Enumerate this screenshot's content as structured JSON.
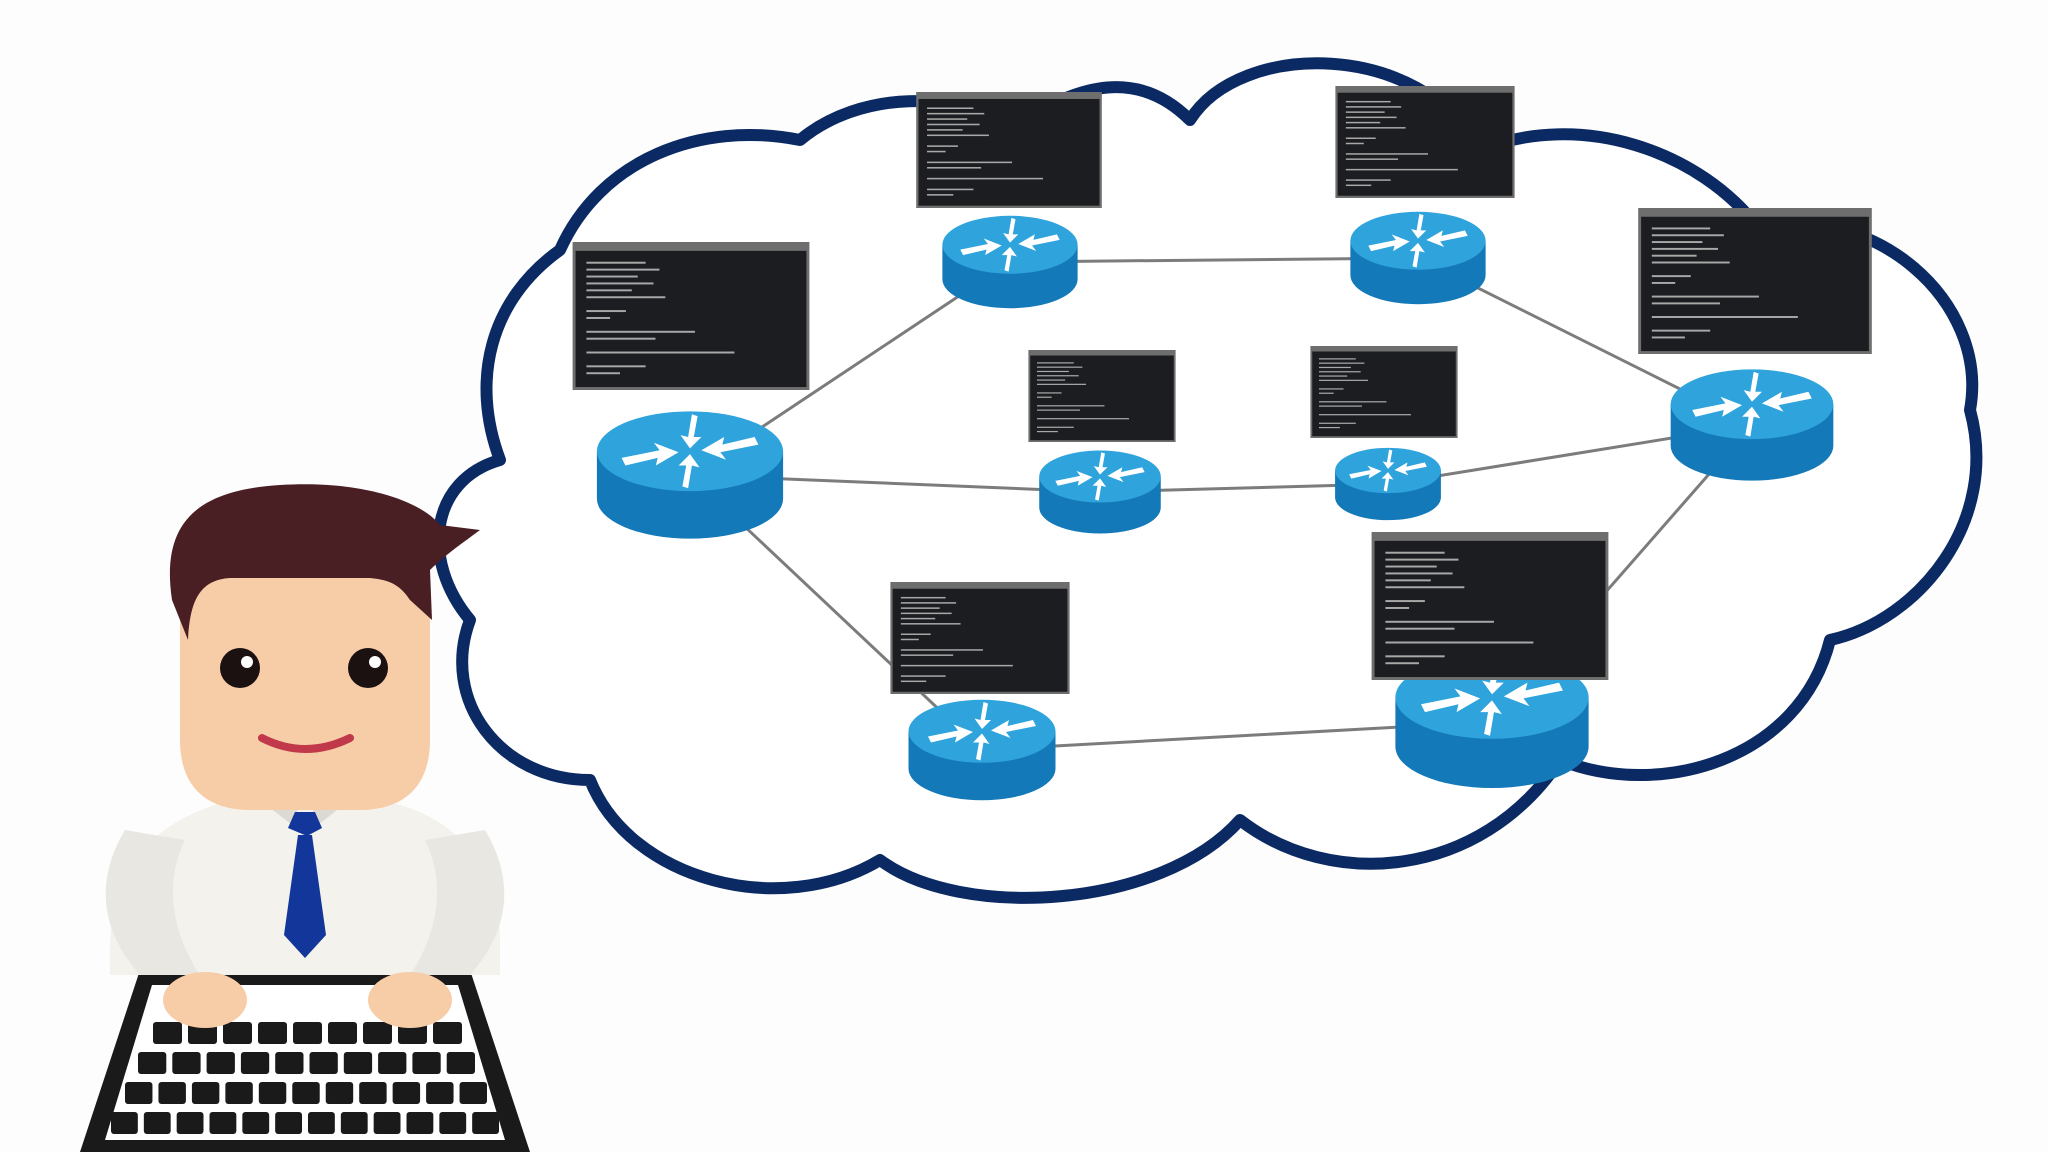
{
  "colors": {
    "background": "#fdfdfd",
    "cloud_outline": "#0b2a63",
    "cloud_fill": "#ffffff",
    "link_line": "#7c7c7c",
    "router_top": "#2ea3dc",
    "router_side": "#1479b8",
    "router_arrow": "#ffffff",
    "terminal_bg": "#1c1d20",
    "terminal_frame": "#6e6e6e",
    "terminal_text": "#d7d7d7",
    "skin": "#f7cda7",
    "hair": "#4a1f24",
    "shirt": "#f3f2ed",
    "tie": "#12369a",
    "laptop": "#1a1a1a"
  },
  "icons": {
    "router": "router-icon",
    "terminal": "terminal-window-icon",
    "person": "network-engineer-icon",
    "laptop": "laptop-keyboard-icon"
  },
  "network": {
    "routers": [
      {
        "id": "r1"
      },
      {
        "id": "r2"
      },
      {
        "id": "r3"
      },
      {
        "id": "r4"
      },
      {
        "id": "r5"
      },
      {
        "id": "r6"
      },
      {
        "id": "r7"
      },
      {
        "id": "r8"
      }
    ],
    "links": [
      [
        "r1",
        "r2"
      ],
      [
        "r2",
        "r3"
      ],
      [
        "r3",
        "r4"
      ],
      [
        "r1",
        "r5"
      ],
      [
        "r5",
        "r6"
      ],
      [
        "r6",
        "r4"
      ],
      [
        "r1",
        "r7"
      ],
      [
        "r7",
        "r8"
      ],
      [
        "r8",
        "r4"
      ]
    ],
    "terminals_attached_to": [
      "r1",
      "r2",
      "r3",
      "r4",
      "r5",
      "r6",
      "r7",
      "r8"
    ]
  }
}
